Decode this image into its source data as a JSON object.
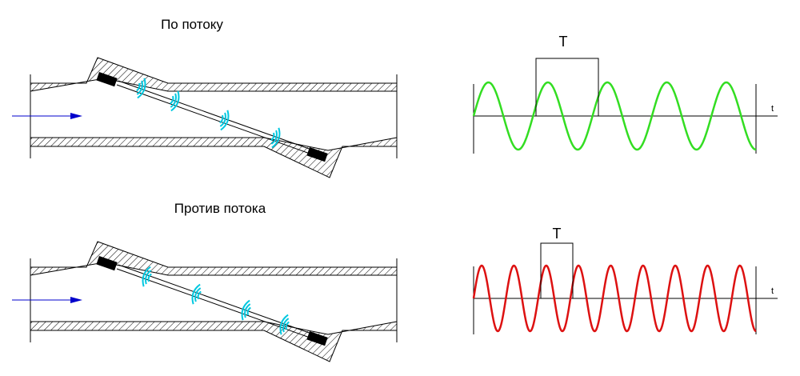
{
  "panels": [
    {
      "id": "downstream",
      "title": "По потоку",
      "period_label": "T",
      "axis_label": "t",
      "wave_color": "#33dd22",
      "wave_cycles": 4.75
    },
    {
      "id": "upstream",
      "title": "Против потока",
      "period_label": "T",
      "axis_label": "t",
      "wave_color": "#dd1111",
      "wave_cycles": 8.75
    }
  ],
  "colors": {
    "pipe": "#000000",
    "flow_arrow": "#0000cc",
    "signal_waves": "#00c8e0",
    "transducer": "#000000"
  },
  "icons": {
    "flow_arrow": "arrow-right-icon",
    "signal": "ultrasonic-wave-icon",
    "transducer": "transducer-icon"
  }
}
